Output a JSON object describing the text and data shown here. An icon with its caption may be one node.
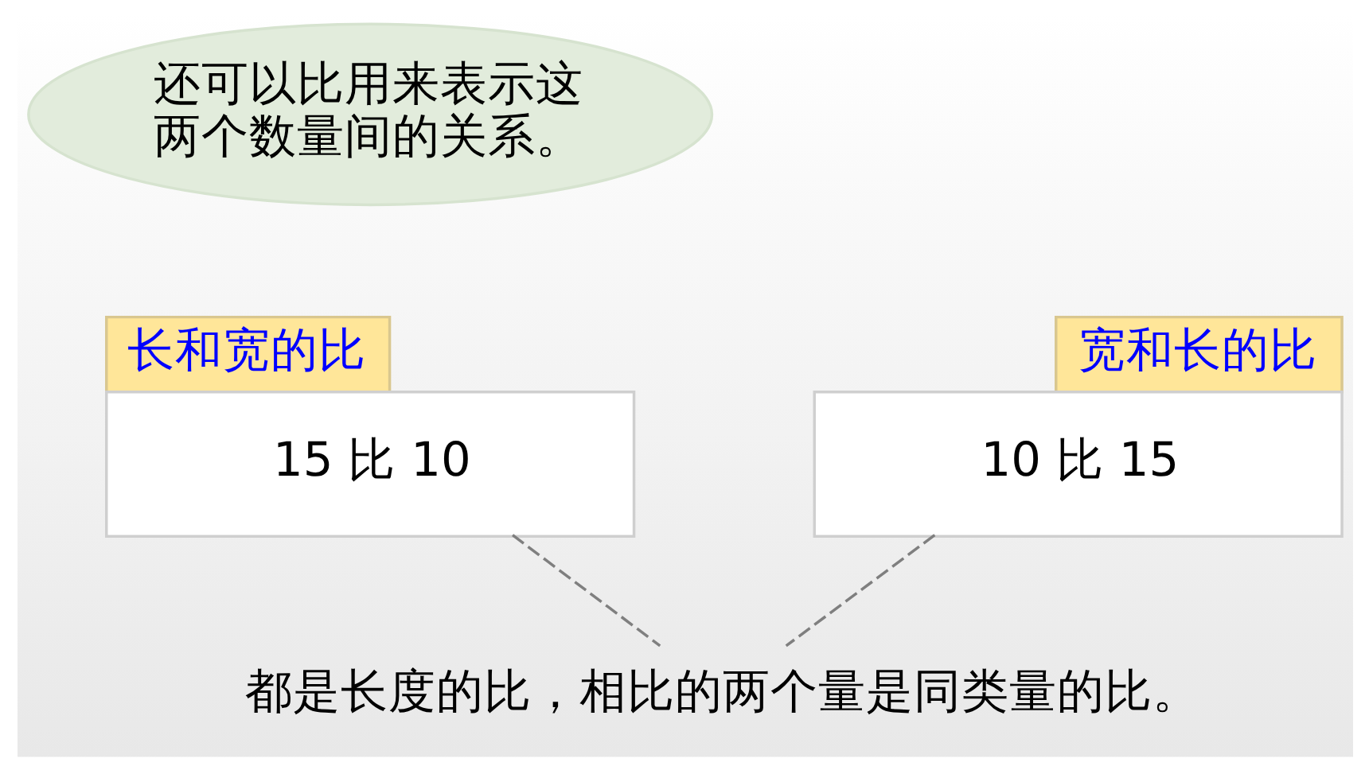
{
  "diagram": {
    "nodes": [
      {
        "text": [
          "还可以比用来表示这两个数量间的关系。"
        ]
      },
      {
        "text": [
          "长和宽的比",
          "15 比 10"
        ]
      },
      {
        "text": [
          "宽和长的比",
          "10 比 15"
        ]
      },
      {
        "text": [
          "都是长度的比，相比的两个量是同类量的比。"
        ]
      }
    ],
    "edges": [
      {
        "from": 1,
        "to": 3,
        "arrow": "none",
        "style": "dashed"
      },
      {
        "from": 2,
        "to": 3,
        "arrow": "none",
        "style": "dashed"
      }
    ]
  }
}
